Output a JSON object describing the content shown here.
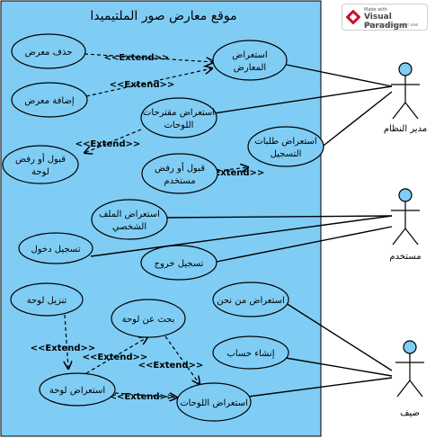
{
  "system": {
    "title": "موقع معارض صور الملتيميدا"
  },
  "actors": [
    {
      "id": "admin",
      "label": "مدير النظام"
    },
    {
      "id": "user",
      "label": "مستخدم"
    },
    {
      "id": "guest",
      "label": "ضيف"
    }
  ],
  "use_cases": [
    {
      "id": "delete_exhibit",
      "label": "حذف معرض"
    },
    {
      "id": "view_exhibits",
      "label": "استعراض|المعارض"
    },
    {
      "id": "add_exhibit",
      "label": "إضافة معرض"
    },
    {
      "id": "view_proposals",
      "label": "استعراض مقترحات|اللوحات"
    },
    {
      "id": "view_reg",
      "label": "استعراض طلبات|التسجيل"
    },
    {
      "id": "accept_painting",
      "label": "قبول أو رفض|لوحة"
    },
    {
      "id": "accept_user",
      "label": "قبول أو رفض|مستخدم"
    },
    {
      "id": "view_profile",
      "label": "استعراض الملف|الشخصي"
    },
    {
      "id": "login",
      "label": "تسجيل دخول"
    },
    {
      "id": "logout",
      "label": "تسجيل خروج"
    },
    {
      "id": "about",
      "label": "استعراض من نحن"
    },
    {
      "id": "upload",
      "label": "تنزيل لوحة"
    },
    {
      "id": "search",
      "label": "بحث عن لوحة"
    },
    {
      "id": "create_acct",
      "label": "إنشاء حساب"
    },
    {
      "id": "view_painting",
      "label": "استعراض لوحة"
    },
    {
      "id": "view_paintings",
      "label": "استعراض اللوحات"
    }
  ],
  "extend_label": "<<Extend>>",
  "watermark": {
    "line1": "Made with",
    "line2": "Visual Paradigm",
    "line3": "For non-commercial use"
  },
  "colors": {
    "system_fill": "#7fcdf5",
    "use_case_fill": "#7fcdf5",
    "actor_head": "#7fcdf5",
    "line": "#000000",
    "logo": "#c8102e"
  }
}
